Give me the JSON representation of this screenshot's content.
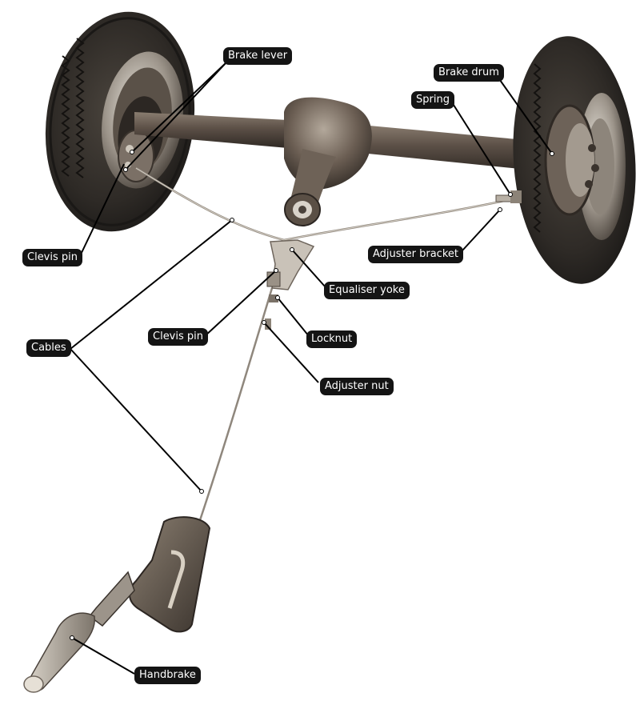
{
  "labels": {
    "brake_lever": "Brake lever",
    "brake_drum": "Brake drum",
    "spring": "Spring",
    "clevis_pin_left": "Clevis pin",
    "adjuster_bracket": "Adjuster bracket",
    "equaliser_yoke": "Equaliser yoke",
    "clevis_pin_center": "Clevis pin",
    "locknut": "Locknut",
    "cables": "Cables",
    "adjuster_nut": "Adjuster nut",
    "handbrake": "Handbrake"
  },
  "colors": {
    "tyre": "#2b2824",
    "axle_metal": "#5a4e45",
    "label_bg": "#141414",
    "label_text": "#ffffff",
    "leader_line": "#000000"
  }
}
